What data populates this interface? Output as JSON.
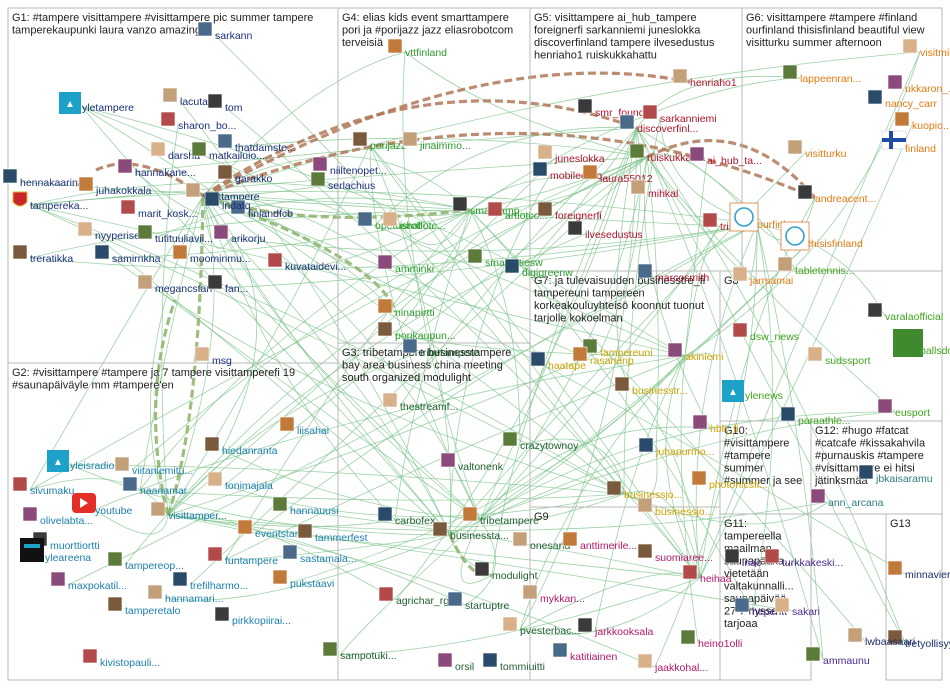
{
  "colors": {
    "g1": "#1a2f7a",
    "g2": "#1b7fb0",
    "g3": "#1f5f2f",
    "g4": "#2d9a2d",
    "g5": "#b0132b",
    "g6": "#e27a10",
    "g7": "#c9a400",
    "g8": "#3fa41f",
    "g9": "#b3186a",
    "g10": "#d4a100",
    "g11": "#4a2a8a",
    "g12": "#2f7d7d",
    "g13": "#1a2b6a",
    "edge_thin": "#7cc38a",
    "edge_strong": "#b07858",
    "edge_green": "#8db36a"
  },
  "groups": [
    {
      "id": "G1",
      "lines": [
        "G1: #tampere visittampere #visittampere pic summer tampere",
        "tamperekaupunki laura vanzo amazing"
      ]
    },
    {
      "id": "G2",
      "lines": [
        "G2: #visittampere #tampere ja 7 tampere visittamperefi 19",
        "#saunapäiväyle mm #tampere'en"
      ]
    },
    {
      "id": "G3",
      "lines": [
        "G3: tribetampere businesstampere",
        "bay area business china meeting",
        "south organized modulight"
      ]
    },
    {
      "id": "G4",
      "lines": [
        "G4: elias kids event smarttampere",
        "pori ja #porijazz jazz eliasrobotcom",
        "terveisiä"
      ]
    },
    {
      "id": "G5",
      "lines": [
        "G5: visittampere ai_hub_tampere",
        "foreignerfi sarkanniemi juneslokka",
        "discoverfinland tampere ilvesedustus",
        "henriaho1 ruiskukkahattu"
      ]
    },
    {
      "id": "G6",
      "lines": [
        "G6: visittampere #tampere #finland",
        "ourfinland thisisfinland beautiful view",
        "visitturku summer afternoon"
      ]
    },
    {
      "id": "G7",
      "lines": [
        "G7: ja tulevaisuuden businesstre_fi",
        "tampereuni tampereen",
        "korkeakouluyhteisö koonnut tuonut",
        "tarjolle kokoelman"
      ]
    },
    {
      "id": "G8",
      "lines": [
        "G8"
      ]
    },
    {
      "id": "G9",
      "lines": [
        "G9"
      ]
    },
    {
      "id": "G10",
      "lines": [
        "G10:",
        "#visittampere",
        "#tampere",
        "summer",
        "#summer ja see"
      ]
    },
    {
      "id": "G11",
      "lines": [
        "G11:",
        "tampereella",
        "maailman",
        "saunapääka...",
        "vietetään",
        "valtakunnalli...",
        "saunapäivää",
        "27 7 nysse",
        "tarjoaa"
      ]
    },
    {
      "id": "G12",
      "lines": [
        "G12: #hugo #fatcat",
        "#catcafe #kissakahvila",
        "#purnauskis #tampere",
        "#visittampere ei hitsi",
        "jätinksmää"
      ]
    },
    {
      "id": "G13",
      "lines": [
        "G13"
      ]
    }
  ],
  "nodes": [
    {
      "group": "g1",
      "label": "yletampere",
      "icon": "yle-logo"
    },
    {
      "group": "g1",
      "label": "lacutara",
      "icon": "avatar"
    },
    {
      "group": "g1",
      "label": "tom",
      "icon": "avatar"
    },
    {
      "group": "g1",
      "label": "sharon_bo...",
      "icon": "avatar"
    },
    {
      "group": "g1",
      "label": "thatdamste...",
      "icon": "avatar"
    },
    {
      "group": "g1",
      "label": "darsha",
      "icon": "avatar"
    },
    {
      "group": "g1",
      "label": "matkailuio...",
      "icon": "avatar"
    },
    {
      "group": "g1",
      "label": "hannakane...",
      "icon": "avatar"
    },
    {
      "group": "g1",
      "label": "hennakaarina",
      "icon": "avatar"
    },
    {
      "group": "g1",
      "label": "juhakokkala",
      "icon": "avatar"
    },
    {
      "group": "g1",
      "label": "garakko",
      "icon": "avatar"
    },
    {
      "group": "g1",
      "label": "visittampere",
      "icon": "avatar"
    },
    {
      "group": "g1",
      "label": "tampereka...",
      "icon": "coat-of-arms"
    },
    {
      "group": "g1",
      "label": "marit_kosk...",
      "icon": "avatar"
    },
    {
      "group": "g1",
      "label": "finlandfcb",
      "icon": "avatar"
    },
    {
      "group": "g1",
      "label": "nyyperiseo",
      "icon": "avatar"
    },
    {
      "group": "g1",
      "label": "tutituuliavii...",
      "icon": "avatar"
    },
    {
      "group": "g1",
      "label": "arikorju",
      "icon": "avatar"
    },
    {
      "group": "g1",
      "label": "samirnkha",
      "icon": "avatar"
    },
    {
      "group": "g1",
      "label": "moominmu...",
      "icon": "avatar"
    },
    {
      "group": "g1",
      "label": "treratikka",
      "icon": "avatar"
    },
    {
      "group": "g1",
      "label": "megancstarr",
      "icon": "avatar"
    },
    {
      "group": "g1",
      "label": "fan...",
      "icon": "avatar"
    },
    {
      "group": "g1",
      "label": "kuvataidevi...",
      "icon": "avatar"
    },
    {
      "group": "g1",
      "label": "sarkann",
      "icon": "avatar"
    },
    {
      "group": "g1",
      "label": "msg",
      "icon": "avatar"
    },
    {
      "group": "g1",
      "label": "serlachius",
      "icon": "avatar"
    },
    {
      "group": "g1",
      "label": "niiltenopet...",
      "icon": "avatar"
    },
    {
      "group": "g1",
      "label": "lndatq",
      "icon": "avatar"
    },
    {
      "group": "g2",
      "label": "liisahai",
      "icon": "avatar"
    },
    {
      "group": "g2",
      "label": "hiedanranta",
      "icon": "avatar"
    },
    {
      "group": "g2",
      "label": "viitaniemitu...",
      "icon": "avatar"
    },
    {
      "group": "g2",
      "label": "yleisradio",
      "icon": "yle-logo"
    },
    {
      "group": "g2",
      "label": "sivumaku",
      "icon": "avatar"
    },
    {
      "group": "g2",
      "label": "naanamar",
      "icon": "avatar"
    },
    {
      "group": "g2",
      "label": "tonimajala",
      "icon": "avatar"
    },
    {
      "group": "g2",
      "label": "hannauusi",
      "icon": "avatar"
    },
    {
      "group": "g2",
      "label": "olivelabta...",
      "icon": "avatar"
    },
    {
      "group": "g2",
      "label": "youtube",
      "icon": "youtube-logo"
    },
    {
      "group": "g2",
      "label": "eventstam...",
      "icon": "avatar"
    },
    {
      "group": "g2",
      "label": "tammerfest",
      "icon": "avatar"
    },
    {
      "group": "g2",
      "label": "visittamper...",
      "icon": "avatar"
    },
    {
      "group": "g2",
      "label": "muorttiortti",
      "icon": "avatar"
    },
    {
      "group": "g2",
      "label": "funtampere",
      "icon": "avatar"
    },
    {
      "group": "g2",
      "label": "sastamala...",
      "icon": "avatar"
    },
    {
      "group": "g2",
      "label": "yleareena",
      "icon": "areena-logo"
    },
    {
      "group": "g2",
      "label": "tampereop...",
      "icon": "avatar"
    },
    {
      "group": "g2",
      "label": "maxpokatil...",
      "icon": "avatar"
    },
    {
      "group": "g2",
      "label": "trefilharmo...",
      "icon": "avatar"
    },
    {
      "group": "g2",
      "label": "pukstaavi",
      "icon": "avatar"
    },
    {
      "group": "g2",
      "label": "tamperetalo",
      "icon": "avatar"
    },
    {
      "group": "g2",
      "label": "hannamari...",
      "icon": "avatar"
    },
    {
      "group": "g2",
      "label": "pirkkopiirai...",
      "icon": "avatar"
    },
    {
      "group": "g2",
      "label": "kivistopauli...",
      "icon": "avatar"
    },
    {
      "group": "g3",
      "label": "tribetampere",
      "icon": "avatar"
    },
    {
      "group": "g3",
      "label": "thestreamf...",
      "icon": "avatar"
    },
    {
      "group": "g3",
      "label": "crazytownoy",
      "icon": "avatar"
    },
    {
      "group": "g3",
      "label": "valtonenk",
      "icon": "avatar"
    },
    {
      "group": "g3",
      "label": "carbofex",
      "icon": "avatar"
    },
    {
      "group": "g3",
      "label": "tribetampere",
      "icon": "avatar"
    },
    {
      "group": "g3",
      "label": "businessta...",
      "icon": "avatar"
    },
    {
      "group": "g3",
      "label": "onesand",
      "icon": "avatar"
    },
    {
      "group": "g3",
      "label": "modulight",
      "icon": "avatar"
    },
    {
      "group": "g3",
      "label": "agrichar_rg",
      "icon": "avatar"
    },
    {
      "group": "g3",
      "label": "startuptre",
      "icon": "avatar"
    },
    {
      "group": "g3",
      "label": "pvesterbac...",
      "icon": "avatar"
    },
    {
      "group": "g3",
      "label": "sampotuki...",
      "icon": "avatar"
    },
    {
      "group": "g3",
      "label": "orsil",
      "icon": "avatar"
    },
    {
      "group": "g3",
      "label": "tommiuitti",
      "icon": "avatar"
    },
    {
      "group": "g4",
      "label": "vttfinland",
      "icon": "avatar"
    },
    {
      "group": "g4",
      "label": "porijazz",
      "icon": "avatar"
    },
    {
      "group": "g4",
      "label": "jinaimmo...",
      "icon": "avatar"
    },
    {
      "group": "g4",
      "label": "smarttamp...",
      "icon": "avatar"
    },
    {
      "group": "g4",
      "label": "artiotco...",
      "icon": "avatar"
    },
    {
      "group": "g4",
      "label": "opetushalli...",
      "icon": "avatar"
    },
    {
      "group": "g4",
      "label": "isrobotc...",
      "icon": "avatar"
    },
    {
      "group": "g4",
      "label": "smartcitiesw",
      "icon": "avatar"
    },
    {
      "group": "g4",
      "label": "amminki",
      "icon": "avatar"
    },
    {
      "group": "g4",
      "label": "digigreenw",
      "icon": "avatar"
    },
    {
      "group": "g4",
      "label": "ninapirtti",
      "icon": "avatar"
    },
    {
      "group": "g4",
      "label": "porikaupun...",
      "icon": "avatar"
    },
    {
      "group": "g5",
      "label": "henriaho1",
      "icon": "avatar"
    },
    {
      "group": "g5",
      "label": "smr_found",
      "icon": "avatar"
    },
    {
      "group": "g5",
      "label": "sarkanniemi",
      "icon": "avatar"
    },
    {
      "group": "g5",
      "label": "discoverfinl...",
      "icon": "avatar"
    },
    {
      "group": "g5",
      "label": "juneslokka",
      "icon": "avatar"
    },
    {
      "group": "g5",
      "label": "ruiskukkah...",
      "icon": "avatar"
    },
    {
      "group": "g5",
      "label": "ai_hub_ta...",
      "icon": "avatar"
    },
    {
      "group": "g5",
      "label": "mobileeuro...",
      "icon": "avatar"
    },
    {
      "group": "g5",
      "label": "laura55012",
      "icon": "avatar"
    },
    {
      "group": "g5",
      "label": "foreignerfi",
      "icon": "avatar"
    },
    {
      "group": "g5",
      "label": "mihkal",
      "icon": "avatar"
    },
    {
      "group": "g5",
      "label": "ilvesedustus",
      "icon": "avatar"
    },
    {
      "group": "g5",
      "label": "tristan",
      "icon": "avatar"
    },
    {
      "group": "g5",
      "label": "marcosmith",
      "icon": "avatar"
    },
    {
      "group": "g6",
      "label": "visitmikkeli",
      "icon": "avatar"
    },
    {
      "group": "g6",
      "label": "lappeenran...",
      "icon": "avatar"
    },
    {
      "group": "g6",
      "label": "ukkaron_...",
      "icon": "avatar"
    },
    {
      "group": "g6",
      "label": "nancy_carr",
      "icon": "avatar"
    },
    {
      "group": "g6",
      "label": "kuopio...",
      "icon": "avatar"
    },
    {
      "group": "g6",
      "label": "finland",
      "icon": "finland-flag"
    },
    {
      "group": "g6",
      "label": "visitturku",
      "icon": "avatar"
    },
    {
      "group": "g6",
      "label": "andreacent...",
      "icon": "avatar"
    },
    {
      "group": "g6",
      "label": "ourfinland",
      "icon": "ourfinland-logo"
    },
    {
      "group": "g6",
      "label": "thisisfinland",
      "icon": "thisisfinland-logo"
    },
    {
      "group": "g6",
      "label": "jarrsamai",
      "icon": "avatar"
    },
    {
      "group": "g7",
      "label": "tampereuni",
      "icon": "avatar"
    },
    {
      "group": "g7",
      "label": "akiniemi",
      "icon": "avatar"
    },
    {
      "group": "g7",
      "label": "haatape",
      "icon": "avatar"
    },
    {
      "group": "g7",
      "label": "rasanenp",
      "icon": "avatar"
    },
    {
      "group": "g7",
      "label": "businesstr...",
      "icon": "avatar"
    },
    {
      "group": "g8",
      "label": "tabletennis...",
      "icon": "avatar"
    },
    {
      "group": "g8",
      "label": "varalaofficial",
      "icon": "avatar"
    },
    {
      "group": "g8",
      "label": "dsw_news",
      "icon": "avatar"
    },
    {
      "group": "g8",
      "label": "ylenews",
      "icon": "yle-logo"
    },
    {
      "group": "g8",
      "label": "sudssport",
      "icon": "avatar"
    },
    {
      "group": "g8",
      "label": "ballsdotie",
      "icon": "balls-logo"
    },
    {
      "group": "g8",
      "label": "eusport",
      "icon": "avatar"
    },
    {
      "group": "g8",
      "label": "paraathle...",
      "icon": "avatar"
    },
    {
      "group": "g9",
      "label": "anttimerile...",
      "icon": "avatar"
    },
    {
      "group": "g9",
      "label": "suomiaree...",
      "icon": "avatar"
    },
    {
      "group": "g9",
      "label": "mykkan...",
      "icon": "avatar"
    },
    {
      "group": "g9",
      "label": "jarkkooksala",
      "icon": "avatar"
    },
    {
      "group": "g9",
      "label": "heihaa",
      "icon": "avatar"
    },
    {
      "group": "g9",
      "label": "katitiainen",
      "icon": "avatar"
    },
    {
      "group": "g9",
      "label": "jaakkohal...",
      "icon": "avatar"
    },
    {
      "group": "g9",
      "label": "heino1olli",
      "icon": "avatar"
    },
    {
      "group": "g10",
      "label": "hbh_fi",
      "icon": "avatar"
    },
    {
      "group": "g10",
      "label": "juhapurmo...",
      "icon": "avatar"
    },
    {
      "group": "g10",
      "label": "photonicsfi...",
      "icon": "avatar"
    },
    {
      "group": "g10",
      "label": "businessjo...",
      "icon": "avatar"
    },
    {
      "group": "g10",
      "label": "businessjo...",
      "icon": "avatar"
    },
    {
      "group": "g11",
      "label": "inac",
      "icon": "avatar"
    },
    {
      "group": "g11",
      "label": "turkkakeski...",
      "icon": "avatar"
    },
    {
      "group": "g11",
      "label": "hepentt",
      "icon": "avatar"
    },
    {
      "group": "g11",
      "label": "sakari",
      "icon": "avatar"
    },
    {
      "group": "g11",
      "label": "ammaunu",
      "icon": "avatar"
    },
    {
      "group": "g12",
      "label": "ann_arcana",
      "icon": "avatar"
    },
    {
      "group": "g12",
      "label": "jbkaisaramu",
      "icon": "avatar"
    },
    {
      "group": "g13",
      "label": "minnavieru...",
      "icon": "avatar"
    },
    {
      "group": "g13",
      "label": "tretyollisyys",
      "icon": "avatar"
    },
    {
      "group": "g13",
      "label": "lwbaasaari",
      "icon": "avatar"
    }
  ]
}
